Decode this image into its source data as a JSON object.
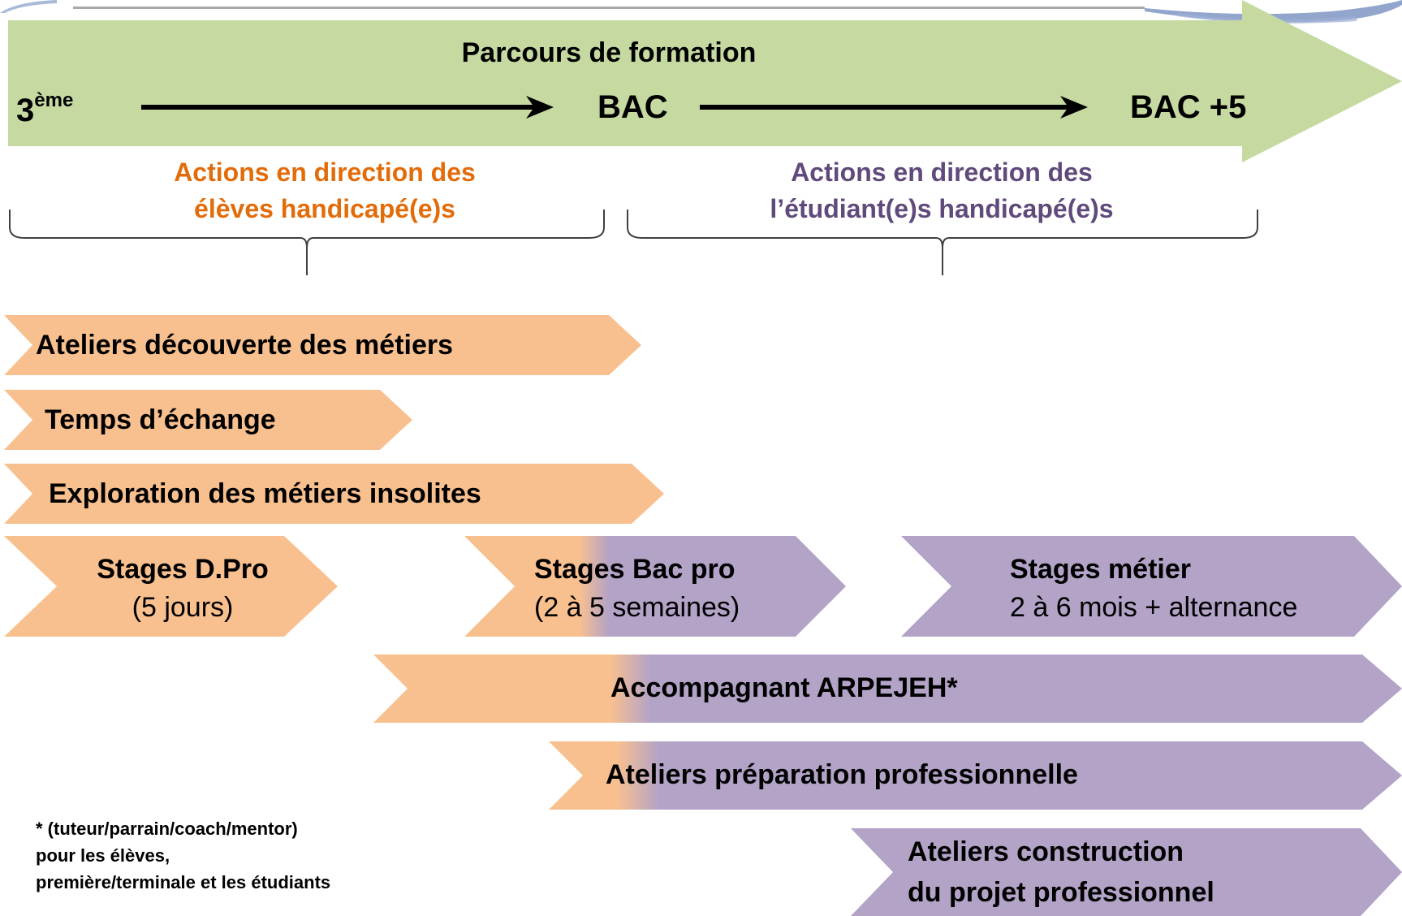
{
  "colors": {
    "header_green": "#c5d9a0",
    "orange": "#f9c08f",
    "purple": "#b2a3c7",
    "orange_text": "#e36c0a",
    "purple_text": "#604a7b",
    "bracket": "#404040"
  },
  "header": {
    "title": "Parcours de formation",
    "start_base": "3",
    "start_sup": "ème",
    "middle": "BAC",
    "end": "BAC +5"
  },
  "groups": {
    "pupils": {
      "line1": "Actions en direction des",
      "line2": "élèves handicapé(e)s"
    },
    "students": {
      "line1": "Actions en direction des",
      "line2": "l’étudiant(e)s handicapé(e)s"
    }
  },
  "actions": {
    "ateliers_decouverte": "Ateliers découverte des métiers",
    "temps_echange": "Temps d’échange",
    "exploration": "Exploration des métiers insolites",
    "stages_dpro": {
      "title": "Stages D.Pro",
      "sub": "(5 jours)"
    },
    "stages_bacpro": {
      "title": "Stages Bac pro",
      "sub": "(2 à 5 semaines)"
    },
    "stages_metier": {
      "title": "Stages métier",
      "sub": "2 à 6 mois + alternance"
    },
    "accompagnant": "Accompagnant ARPEJEH*",
    "ateliers_preparation": "Ateliers préparation professionnelle",
    "ateliers_construction": {
      "line1": "Ateliers construction",
      "line2": "du projet professionnel"
    }
  },
  "footnote": {
    "line1": "* (tuteur/parrain/coach/mentor)",
    "line2": "pour les élèves,",
    "line3": "première/terminale et les étudiants"
  }
}
